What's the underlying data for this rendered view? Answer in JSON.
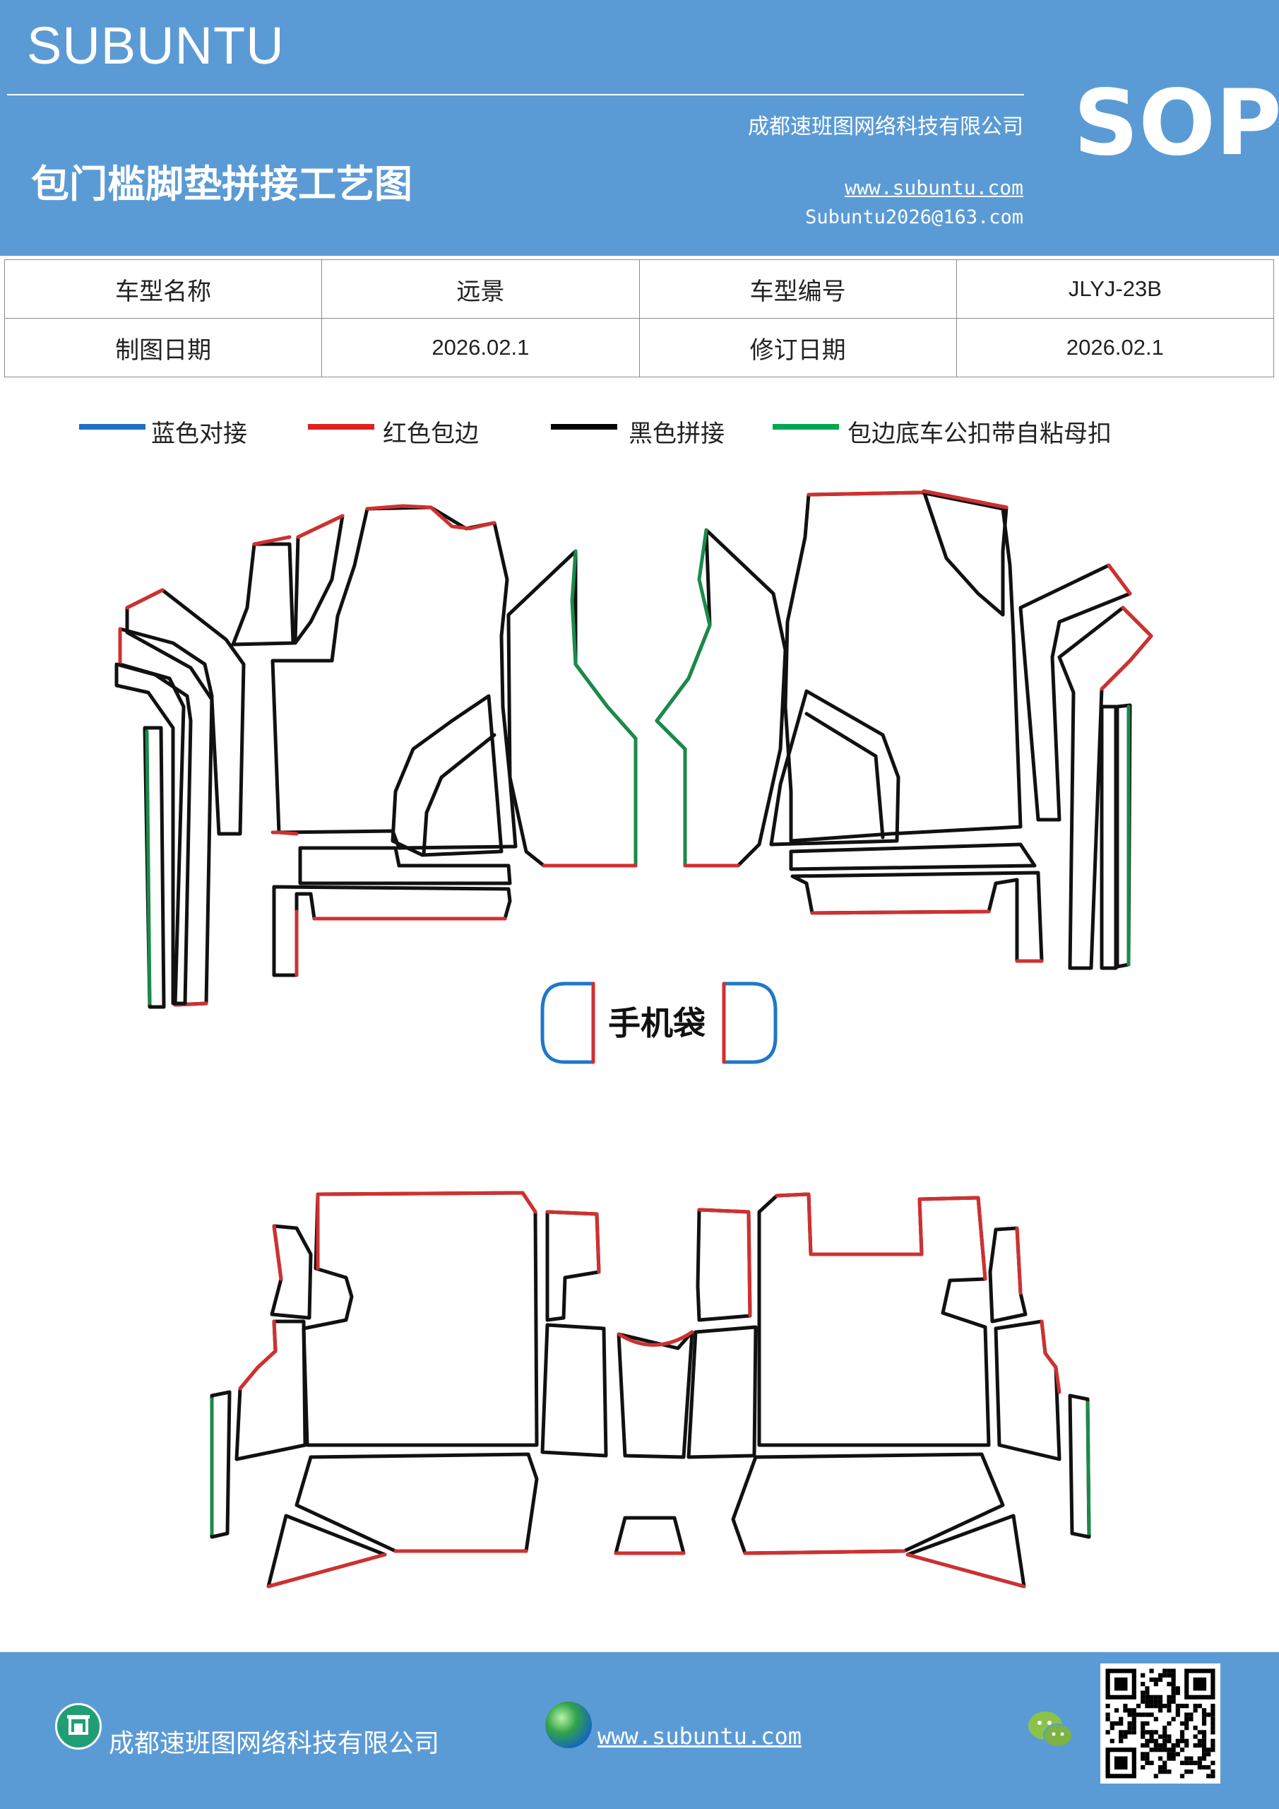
{
  "header": {
    "brand": "SUBUNTU",
    "badge": "SOP",
    "company": "成都速班图网络科技有限公司",
    "title": "包门槛脚垫拼接工艺图",
    "website": "www.subuntu.com",
    "email": "Subuntu2026@163.com"
  },
  "info_table": {
    "row1": {
      "label1": "车型名称",
      "value1": "远景",
      "label2": "车型编号",
      "value2": "JLYJ-23B"
    },
    "row2": {
      "label1": "制图日期",
      "value1": "2026.02.1",
      "label2": "修订日期",
      "value2": "2026.02.1"
    }
  },
  "legend": [
    {
      "label": "蓝色对接",
      "color": "#1f6fc2"
    },
    {
      "label": "红色包边",
      "color": "#e02020"
    },
    {
      "label": "黑色拼接",
      "color": "#000000"
    },
    {
      "label": "包边底车公扣带自粘母扣",
      "color": "#00a550"
    }
  ],
  "drawing": {
    "phone_pocket_label": "手机袋",
    "colors": {
      "seam": "#111111",
      "binding": "#d03030",
      "butt_joint": "#1f78c8",
      "fastener": "#1a8a4a"
    }
  },
  "footer": {
    "company": "成都速班图网络科技有限公司",
    "website": "www.subuntu.com"
  }
}
